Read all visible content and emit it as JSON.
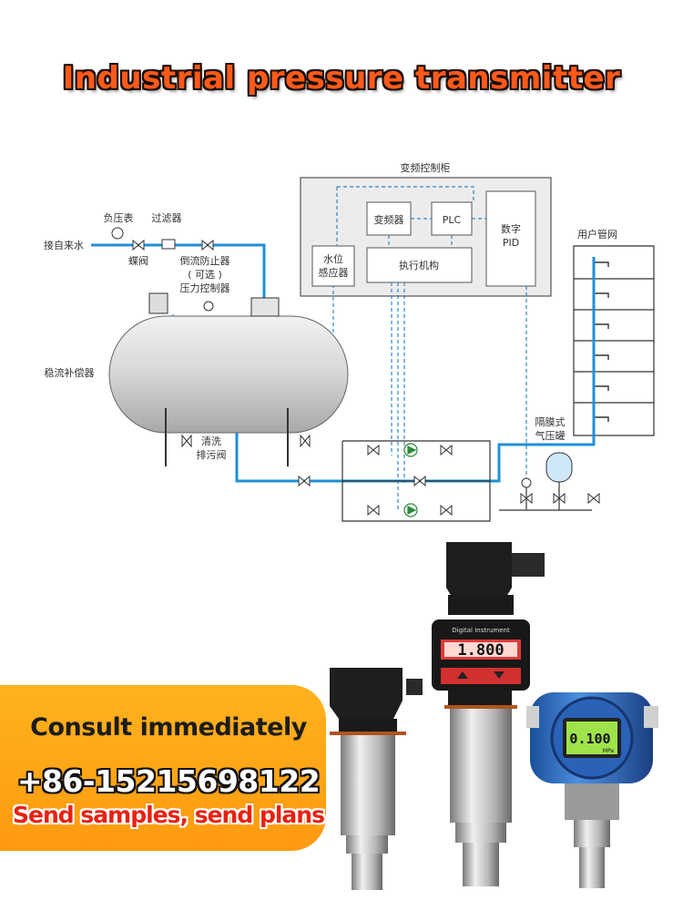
{
  "title": "Industrial pressure transmitter",
  "diagram": {
    "control_cabinet": "变频控制柜",
    "inverter": "变频器",
    "plc": "PLC",
    "digital": "数字",
    "pid": "PID",
    "water_level_1": "水位",
    "water_level_2": "感应器",
    "actuator": "执行机构",
    "user_network": "用户管网",
    "vacuum_gauge": "负压表",
    "filter": "过滤器",
    "water_in": "接自来水",
    "butterfly_valve": "蝶阀",
    "backflow_1": "倒流防止器",
    "backflow_2": "( 可选 )",
    "pressure_controller": "压力控制器",
    "stabilizer": "稳流补偿器",
    "clean_1": "清洗",
    "clean_2": "排污阀",
    "diaphragm_1": "隔膜式",
    "diaphragm_2": "气压罐"
  },
  "products": {
    "display_1": "1.800",
    "display_2": "0.100",
    "display_unit": "MPa",
    "brand": "Digital Instrument"
  },
  "banner": {
    "consult": "Consult immediately",
    "phone": "+86-15215698122",
    "send": "Send samples, send plans"
  },
  "colors": {
    "title_orange": "#ff5a1a",
    "banner_orange": "#ffa515",
    "pipe_blue": "#1e90d8",
    "send_red": "#e8210f"
  }
}
